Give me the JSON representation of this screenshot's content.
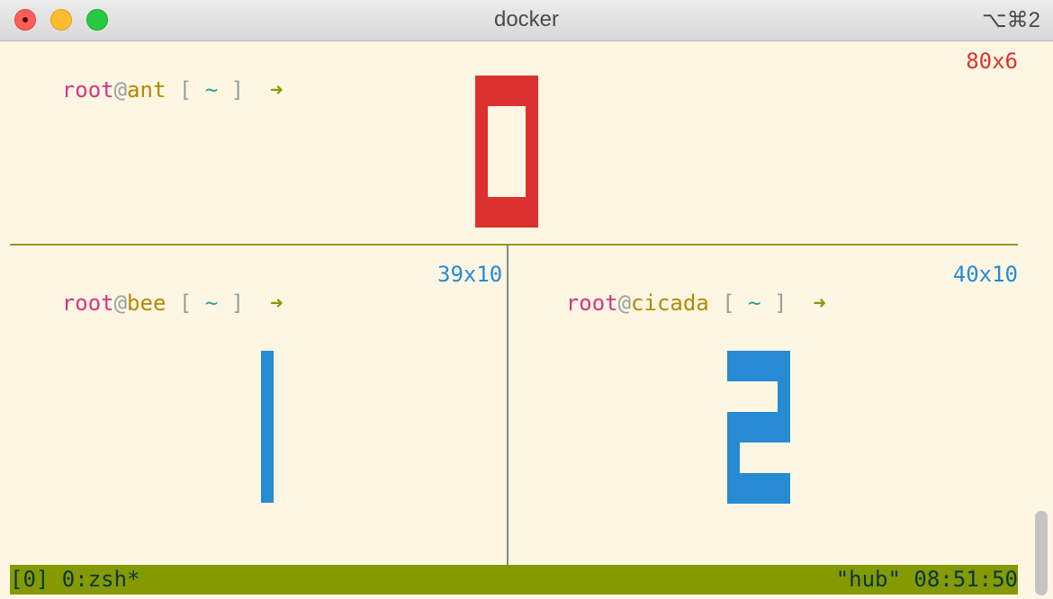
{
  "window": {
    "title": "docker",
    "shortcut": "⌥⌘2"
  },
  "colors": {
    "background": "#fdf6e3",
    "pink": "#d33682",
    "gold": "#b58900",
    "cyan": "#2aa198",
    "green": "#859900",
    "red": "#dc322f",
    "blue": "#268bd2",
    "status_bar": "#859900"
  },
  "prompt": {
    "user": "root",
    "at": "@",
    "open_bracket": "[",
    "dir": "~",
    "close_bracket": "]",
    "arrow": "➜"
  },
  "panes": [
    {
      "index": "0",
      "host": "ant",
      "size": "80x6",
      "big_digit_color": "#dc322f"
    },
    {
      "index": "1",
      "host": "bee",
      "size": "39x10",
      "big_digit_color": "#268bd2"
    },
    {
      "index": "2",
      "host": "cicada",
      "size": "40x10",
      "big_digit_color": "#268bd2"
    }
  ],
  "status_bar": {
    "left": "[0] 0:zsh*",
    "right": "\"hub\" 08:51:50"
  }
}
